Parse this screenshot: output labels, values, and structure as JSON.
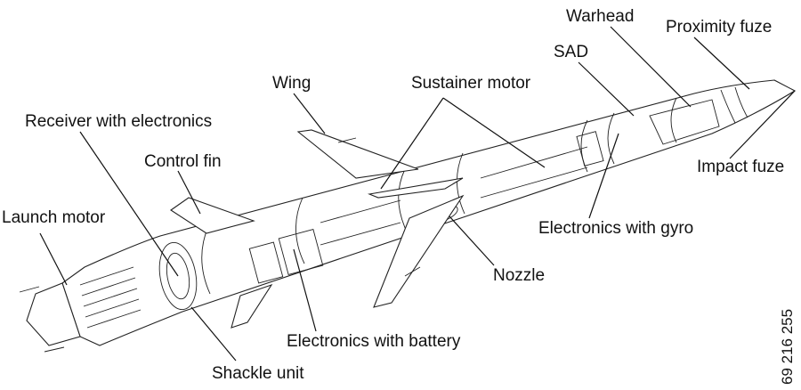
{
  "labels": {
    "warhead": "Warhead",
    "proximity_fuze": "Proximity fuze",
    "sad": "SAD",
    "wing": "Wing",
    "sustainer_motor": "Sustainer motor",
    "receiver_with_electronics": "Receiver with electronics",
    "control_fin": "Control fin",
    "impact_fuze": "Impact fuze",
    "launch_motor": "Launch motor",
    "electronics_with_gyro": "Electronics with gyro",
    "nozzle": "Nozzle",
    "electronics_with_battery": "Electronics with battery",
    "shackle_unit": "Shackle unit"
  },
  "reference_number": "69 216 255",
  "colors": {
    "ink": "#111111",
    "background": "#ffffff"
  }
}
